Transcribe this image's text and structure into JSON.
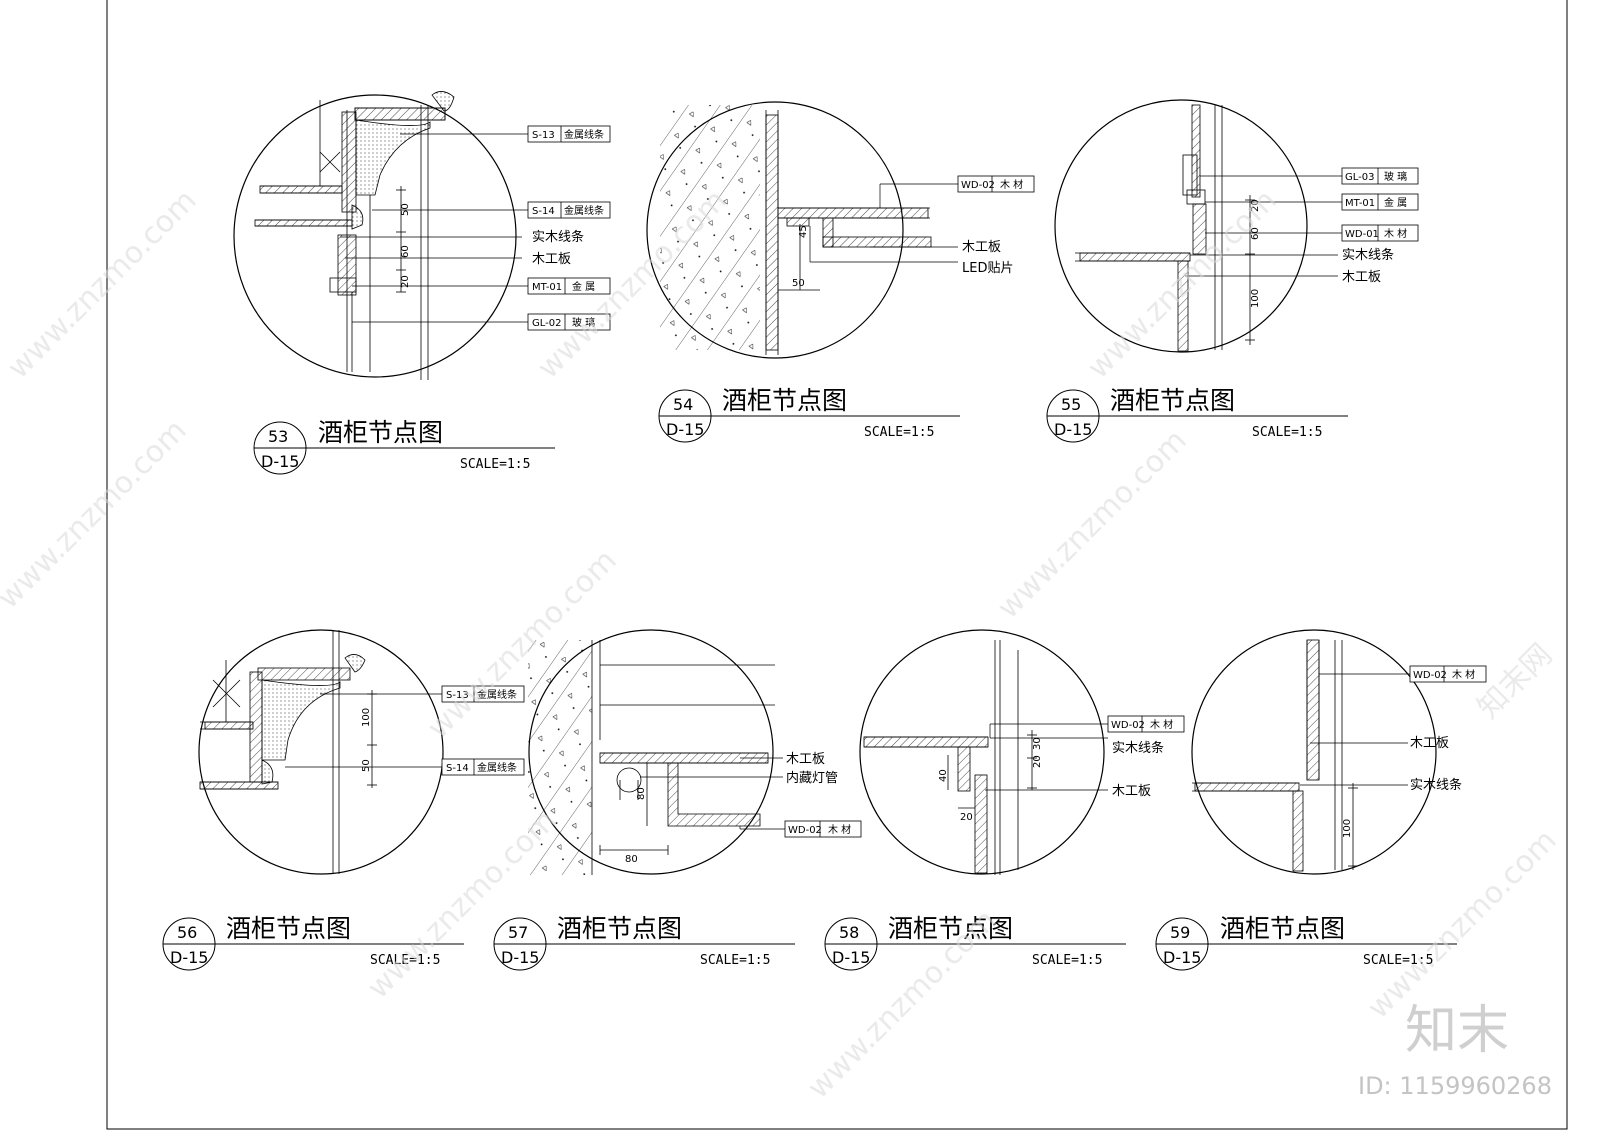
{
  "watermarks": {
    "url": "www.znzmo.com",
    "site_cn": "知末网",
    "brand": "知末",
    "id": "ID: 1159960268"
  },
  "details": [
    {
      "number": "53",
      "sheet": "D-15",
      "title": "酒柜节点图",
      "scale": "SCALE=1:5",
      "tags": [
        {
          "code": "S-13",
          "text": "金属线条"
        },
        {
          "code": "S-14",
          "text": "金属线条"
        },
        {
          "code": "MT-01",
          "text": "金 属"
        },
        {
          "code": "GL-02",
          "text": "玻 璃"
        }
      ],
      "callouts": [
        "实木线条",
        "木工板"
      ],
      "dims": [
        "50",
        "60",
        "20"
      ]
    },
    {
      "number": "54",
      "sheet": "D-15",
      "title": "酒柜节点图",
      "scale": "SCALE=1:5",
      "tags": [
        {
          "code": "WD-02",
          "text": "木 材"
        }
      ],
      "callouts": [
        "木工板",
        "LED贴片"
      ],
      "dims": [
        "45",
        "50"
      ]
    },
    {
      "number": "55",
      "sheet": "D-15",
      "title": "酒柜节点图",
      "scale": "SCALE=1:5",
      "tags": [
        {
          "code": "GL-03",
          "text": "玻 璃"
        },
        {
          "code": "MT-01",
          "text": "金 属"
        },
        {
          "code": "WD-01",
          "text": "木 材"
        }
      ],
      "callouts": [
        "实木线条",
        "木工板"
      ],
      "dims": [
        "20",
        "60",
        "100"
      ]
    },
    {
      "number": "56",
      "sheet": "D-15",
      "title": "酒柜节点图",
      "scale": "SCALE=1:5",
      "tags": [
        {
          "code": "S-13",
          "text": "金属线条"
        },
        {
          "code": "S-14",
          "text": "金属线条"
        }
      ],
      "callouts": [],
      "dims": [
        "100",
        "50"
      ]
    },
    {
      "number": "57",
      "sheet": "D-15",
      "title": "酒柜节点图",
      "scale": "SCALE=1:5",
      "tags": [
        {
          "code": "WD-02",
          "text": "木 材"
        }
      ],
      "callouts": [
        "木工板",
        "内藏灯管"
      ],
      "dims": [
        "80",
        "80"
      ]
    },
    {
      "number": "58",
      "sheet": "D-15",
      "title": "酒柜节点图",
      "scale": "SCALE=1:5",
      "tags": [
        {
          "code": "WD-02",
          "text": "木 材"
        }
      ],
      "callouts": [
        "实木线条",
        "木工板"
      ],
      "dims": [
        "20",
        "30",
        "40",
        "20"
      ]
    },
    {
      "number": "59",
      "sheet": "D-15",
      "title": "酒柜节点图",
      "scale": "SCALE=1:5",
      "tags": [
        {
          "code": "WD-02",
          "text": "木 材"
        }
      ],
      "callouts": [
        "木工板",
        "实木线条"
      ],
      "dims": [
        "100"
      ]
    }
  ]
}
